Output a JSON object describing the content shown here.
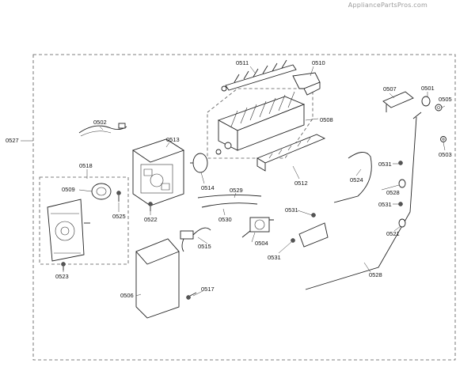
{
  "watermark": "AppliancePartsPros.com",
  "part_labels": {
    "p0527": "0527",
    "p0511": "0511",
    "p0510": "0510",
    "p0508": "0508",
    "p0507": "0507",
    "p0501": "0501",
    "p0505": "0505",
    "p0503": "0503",
    "p0502": "0502",
    "p0513": "0513",
    "p0518": "0518",
    "p0509": "0509",
    "p0525": "0525",
    "p0522": "0522",
    "p0514": "0514",
    "p0512": "0512",
    "p0524": "0524",
    "p0531a": "0531",
    "p0528a": "0528",
    "p0529": "0529",
    "p0530": "0530",
    "p0531b": "0531",
    "p0531c": "0531",
    "p0521": "0521",
    "p0515": "0515",
    "p0504": "0504",
    "p0531d": "0531",
    "p0523": "0523",
    "p0528b": "0528",
    "p0506": "0506",
    "p0517": "0517"
  }
}
